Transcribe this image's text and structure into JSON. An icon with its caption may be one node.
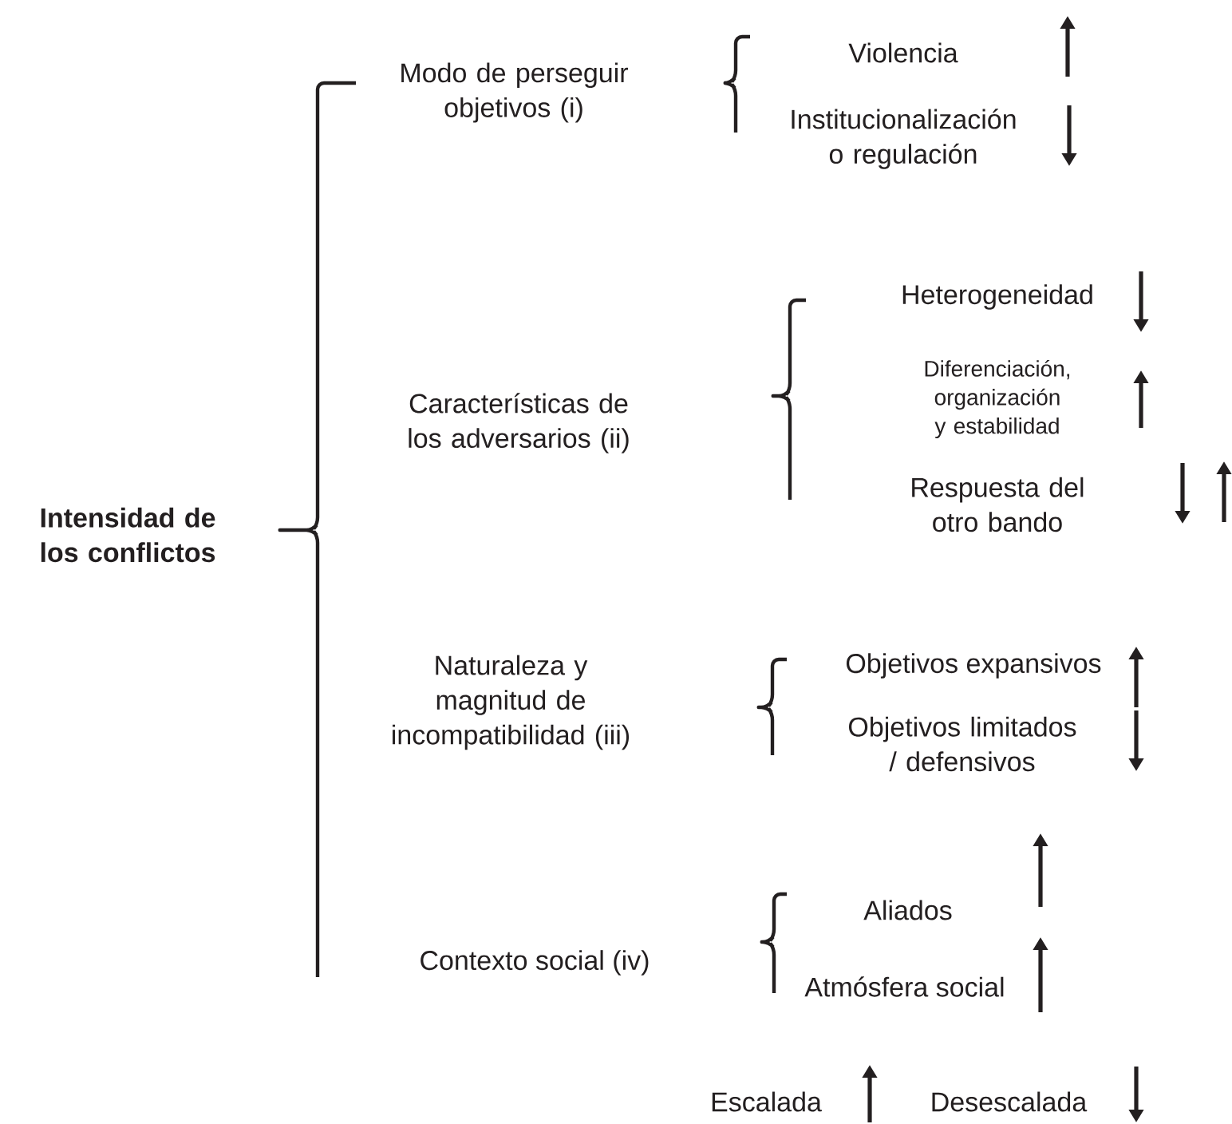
{
  "diagram": {
    "labels": [
      "Modo de perseguir objetivos (i)",
      "Violencia",
      "Institucionalización o regulación",
      "Heterogeneidad",
      "Diferenciación, organización y estabilidad",
      "Características de los adversarios (ii)",
      "Intensidad de los conflictos",
      "Respuesta del otro bando",
      "Naturaleza y magnitud de incompatibilidad (iii)",
      "Objetivos expansivos",
      "Objetivos limitados / defensivos",
      "Aliados",
      "Contexto social (iv)",
      "Atmósfera social",
      "Escalada",
      "Desescalada"
    ]
  }
}
